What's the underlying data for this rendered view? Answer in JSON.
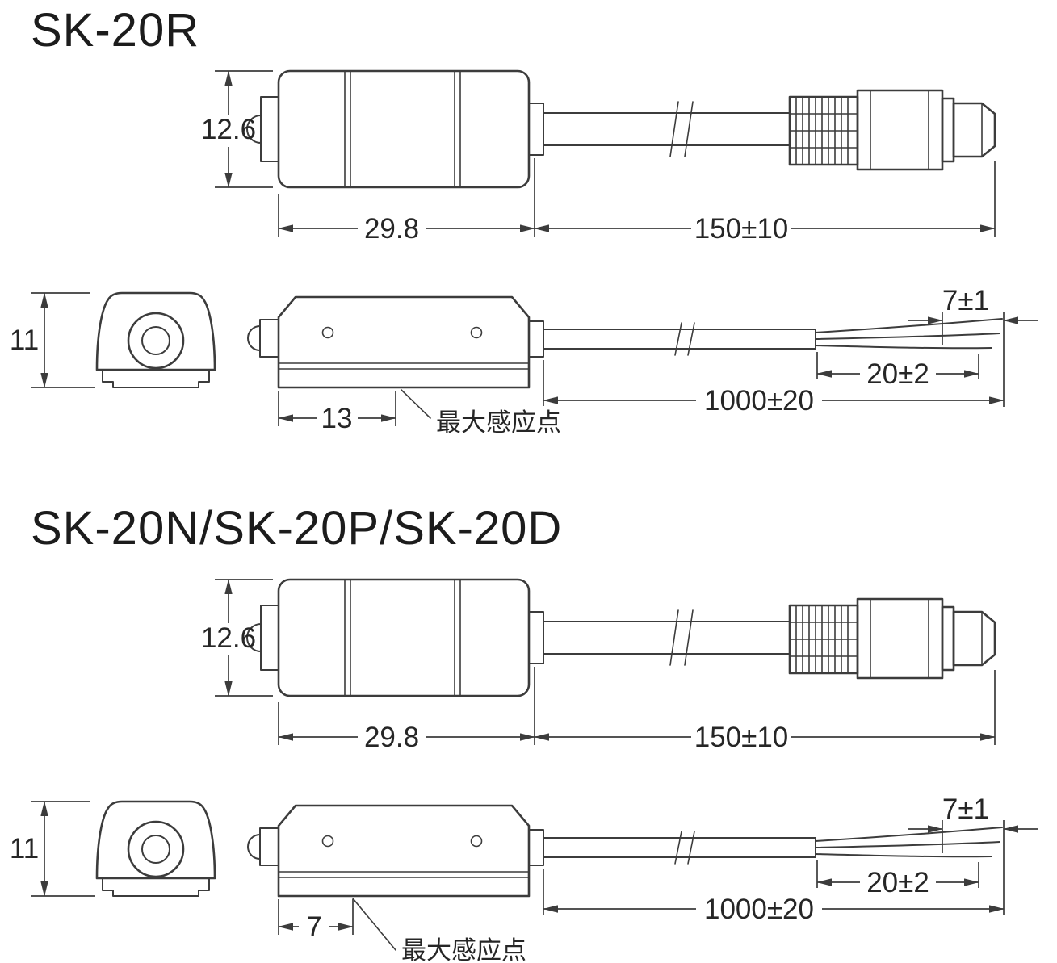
{
  "drawing": {
    "background": "#ffffff",
    "line_color": "#3c3c3c",
    "text_color": "#262626"
  },
  "sections": [
    {
      "title": "SK-20R",
      "dimensions": {
        "body_height": "12.6",
        "body_length": "29.8",
        "cable_to_connector": "150±10",
        "mount_height": "11",
        "sensing_zone": "13",
        "lead_length": "1000±20",
        "strip_length": "20±2",
        "tip_length": "7±1"
      },
      "labels": {
        "max_sensing_point": "最大感应点"
      }
    },
    {
      "title": "SK-20N/SK-20P/SK-20D",
      "dimensions": {
        "body_height": "12.6",
        "body_length": "29.8",
        "cable_to_connector": "150±10",
        "mount_height": "11",
        "sensing_zone": "7",
        "lead_length": "1000±20",
        "strip_length": "20±2",
        "tip_length": "7±1"
      },
      "labels": {
        "max_sensing_point": "最大感应点"
      }
    }
  ]
}
